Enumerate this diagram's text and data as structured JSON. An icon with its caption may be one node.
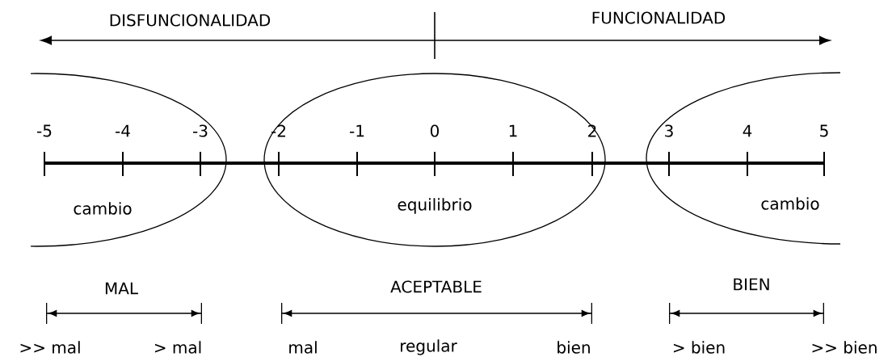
{
  "diagram": {
    "nodes": [
      {
        "text": [
          "cambio"
        ]
      },
      {
        "text": [
          "equilibrio"
        ]
      },
      {
        "text": [
          "cambio"
        ]
      }
    ],
    "labels": [
      "DISFUNCIONALIDAD",
      "FUNCIONALIDAD",
      "-5",
      "-4",
      "-3",
      "-2",
      "-1",
      "0",
      "1",
      "2",
      "3",
      "4",
      "5",
      "MAL",
      "ACEPTABLE",
      "BIEN",
      ">> mal",
      "> mal",
      "mal",
      "regular",
      "bien",
      "> bien",
      ">> bien"
    ]
  }
}
